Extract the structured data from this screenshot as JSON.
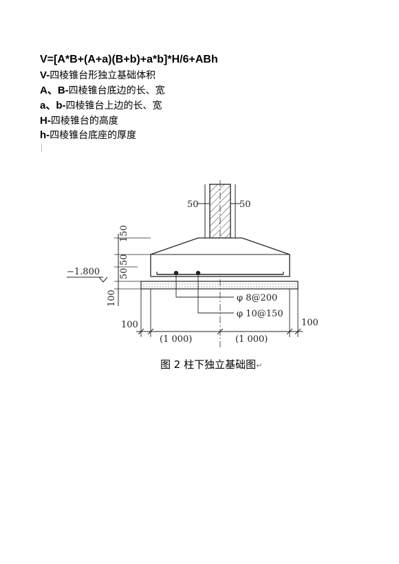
{
  "formula": "V=[A*B+(A+a)(B+b)+a*b]*H/6+ABh",
  "definitions": [
    {
      "term": "V",
      "sep": "-",
      "desc": "四棱锥台形独立基础体积"
    },
    {
      "term": "A、B",
      "sep": "-",
      "desc": "四棱锥台底边的长、宽"
    },
    {
      "term": "a、b",
      "sep": "-",
      "desc": "四棱锥台上边的长、宽"
    },
    {
      "term": "H",
      "sep": "-",
      "desc": "四棱锥台的高度"
    },
    {
      "term": "h",
      "sep": "-",
      "desc": "四棱锥台底座的厚度"
    }
  ],
  "drawing": {
    "col_left_dim": "50",
    "col_right_dim": "50",
    "v_dim_top": "150",
    "v_dim_mid": "50",
    "v_dim_low": "50",
    "v_dim_bottom": "100",
    "elevation": "−1.800",
    "rebar_1": "φ 8@200",
    "rebar_2": "φ 10@150",
    "edge_left": "100",
    "edge_right": "100",
    "width_left": "(1 000)",
    "width_right": "(1 000)"
  },
  "caption": "图 2 柱下独立基础图",
  "caption_mark": "↵"
}
